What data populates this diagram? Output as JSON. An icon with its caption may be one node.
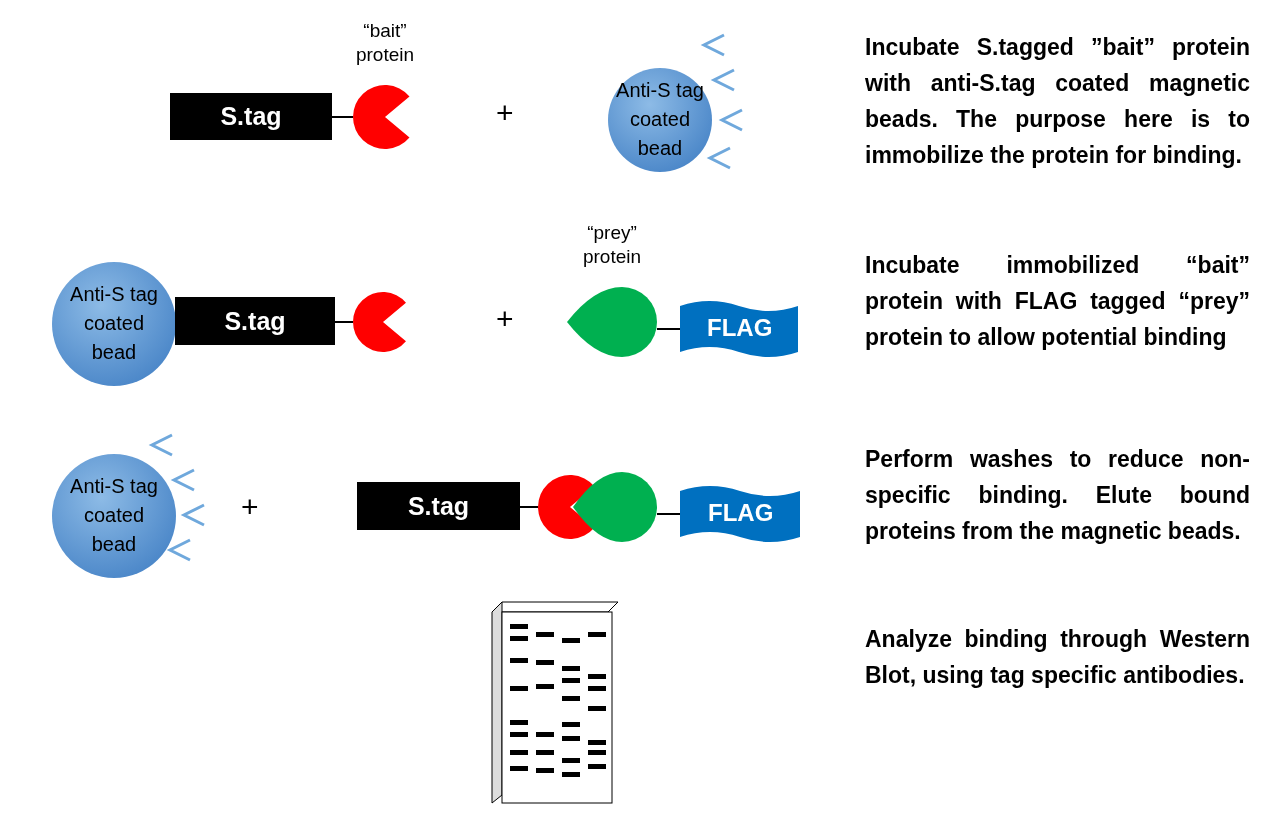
{
  "diagram": {
    "nodes": [
      {
        "text": [
          "S.tag"
        ]
      },
      {
        "text": [
          "“bait” protein"
        ]
      },
      {
        "text": [
          "Anti-S tag coated bead"
        ]
      },
      {
        "text": [
          "Anti-S tag coated bead"
        ]
      },
      {
        "text": [
          "S.tag"
        ]
      },
      {
        "text": [],
        "shape": "circle"
      },
      {
        "text": [
          "“prey” protein"
        ]
      },
      {
        "text": [
          "FLAG"
        ]
      },
      {
        "text": [
          "Anti-S tag coated bead"
        ]
      },
      {
        "text": [
          "S.tag"
        ]
      },
      {
        "text": [],
        "shape": "circle"
      },
      {
        "text": [],
        "shape": "circle"
      },
      {
        "text": [
          "FLAG"
        ]
      }
    ],
    "edges": [
      {
        "from": 0,
        "to": 1,
        "arrow": "none"
      },
      {
        "from": 4,
        "to": 5,
        "arrow": "none"
      },
      {
        "from": 6,
        "to": 7,
        "arrow": "none"
      },
      {
        "from": 9,
        "to": 10,
        "arrow": "none"
      },
      {
        "from": 11,
        "to": 12,
        "arrow": "none"
      }
    ],
    "labels": [
      "+",
      "Incubate S.tagged ”bait” protein with anti-S.tag coated magnetic beads. The purpose here is to immobilize the protein for binding.",
      "+",
      "Incubate immobilized “bait” protein with FLAG tagged “prey” protein to allow potential binding",
      "+",
      "Perform washes to reduce non-specific binding. Elute bound proteins from the magnetic beads.",
      "Analyze binding through Western Blot, using tag specific antibodies."
    ]
  }
}
